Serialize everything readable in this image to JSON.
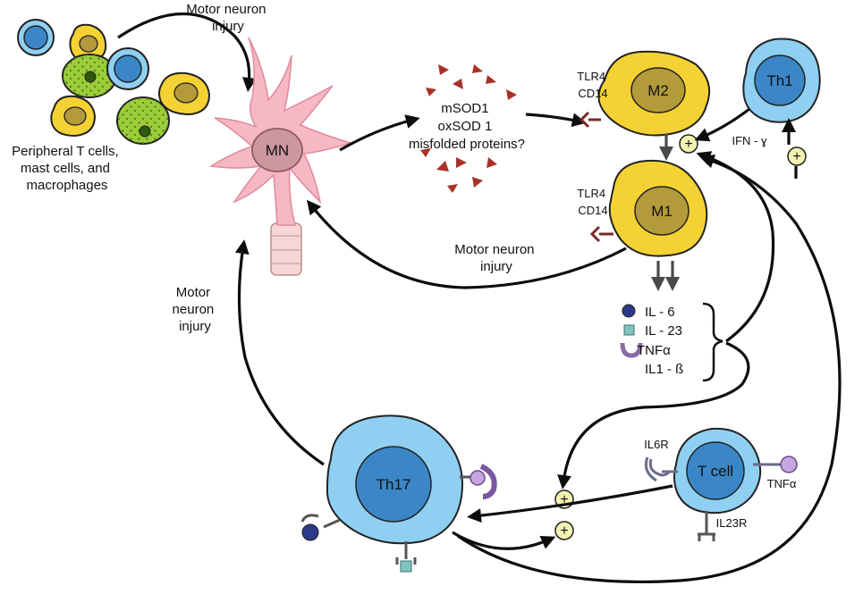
{
  "labels": {
    "motor_neuron_injury_top_1": "Motor neuron",
    "motor_neuron_injury_top_2": "injury",
    "peripheral_1": "Peripheral T cells,",
    "peripheral_2": "mast cells, and",
    "peripheral_3": "macrophages",
    "mn": "MN",
    "protein_1": "mSOD1",
    "protein_2": "oxSOD 1",
    "protein_3": "misfolded proteins?",
    "m2": "M2",
    "m1": "M1",
    "th1": "Th1",
    "th17": "Th17",
    "tcell": "T cell",
    "tlr4_m2": "TLR4",
    "cd14_m2": "CD14",
    "tlr4_m1": "TLR4",
    "cd14_m1": "CD14",
    "ifn": "IFN - ɣ",
    "mn_injury_mid_1": "Motor neuron",
    "mn_injury_mid_2": "injury",
    "mn_injury_left_1": "Motor",
    "mn_injury_left_2": "neuron",
    "mn_injury_left_3": "injury",
    "il6r": "IL6R",
    "il23r": "IL23R",
    "tnfa_tcell": "TNFα",
    "plus": "+"
  },
  "cytokines": [
    "IL - 6",
    "IL - 23",
    "TNFα",
    "IL1 - ß"
  ],
  "colors": {
    "macrophage_yellow": "#f5d233",
    "macrophage_nucleus": "#b39a3a",
    "tcell_blue": "#8fd0f2",
    "tcell_nucleus": "#3b86c6",
    "mast_green": "#9ccc3a",
    "neuron_pink": "#f5b8c4",
    "triangle_red": "#a83228",
    "receptor_purple": "#8b6aa8",
    "plus_fill": "#f4f2b0"
  }
}
